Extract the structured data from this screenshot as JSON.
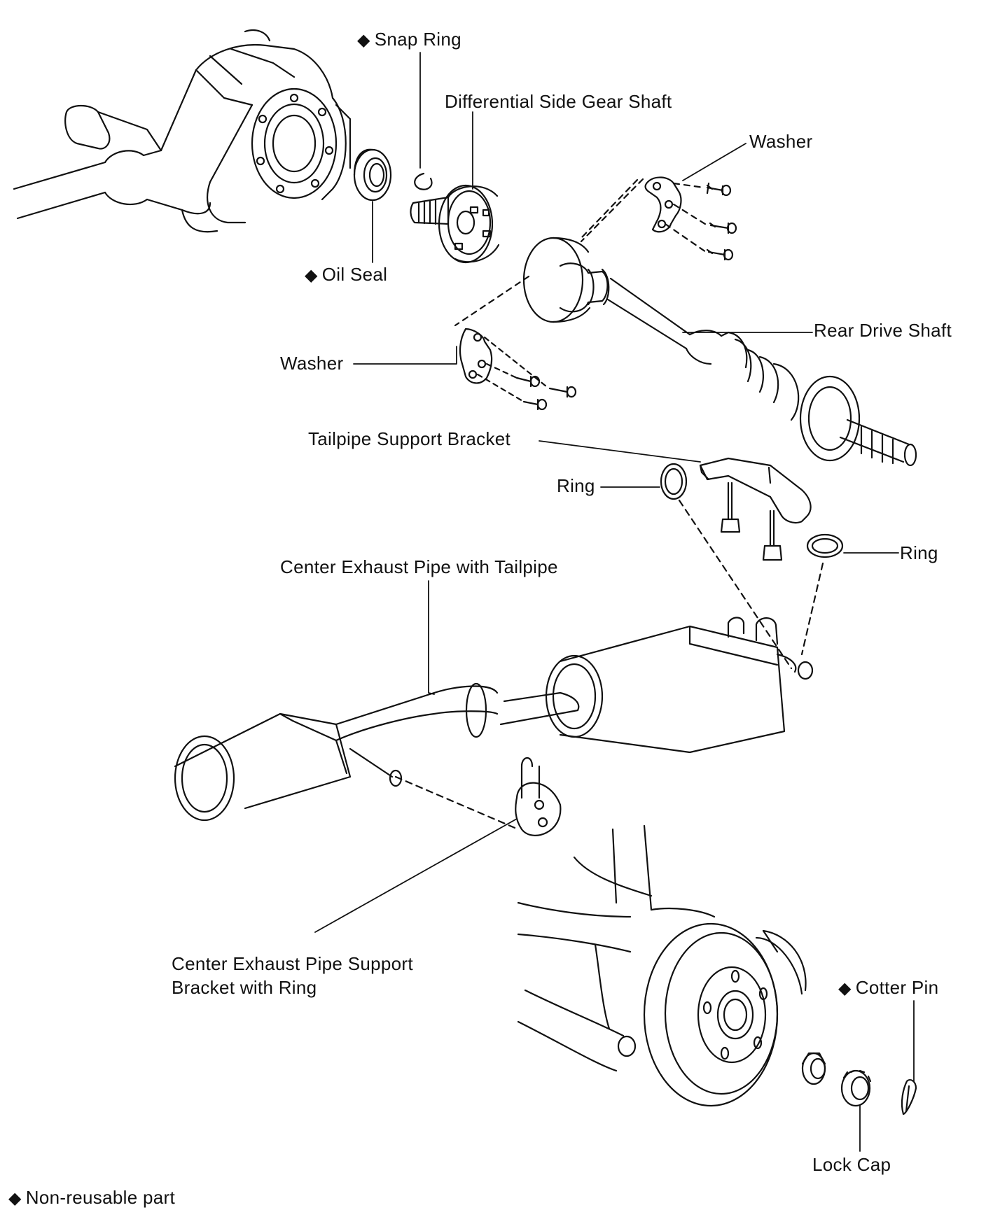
{
  "labels": {
    "snap_ring": "Snap Ring",
    "diff_side_gear_shaft": "Differential Side Gear Shaft",
    "washer_top": "Washer",
    "oil_seal": "Oil Seal",
    "rear_drive_shaft": "Rear Drive Shaft",
    "washer_left": "Washer",
    "tailpipe_support_bracket": "Tailpipe Support Bracket",
    "ring_left": "Ring",
    "ring_right": "Ring",
    "center_exhaust_pipe": "Center Exhaust Pipe with Tailpipe",
    "center_exhaust_support_line1": "Center Exhaust Pipe Support",
    "center_exhaust_support_line2": "Bracket with Ring",
    "cotter_pin": "Cotter Pin",
    "lock_cap": "Lock Cap"
  },
  "legend": {
    "symbol": "◆",
    "text": "Non-reusable part"
  },
  "colors": {
    "line": "#111111",
    "background": "#ffffff"
  }
}
